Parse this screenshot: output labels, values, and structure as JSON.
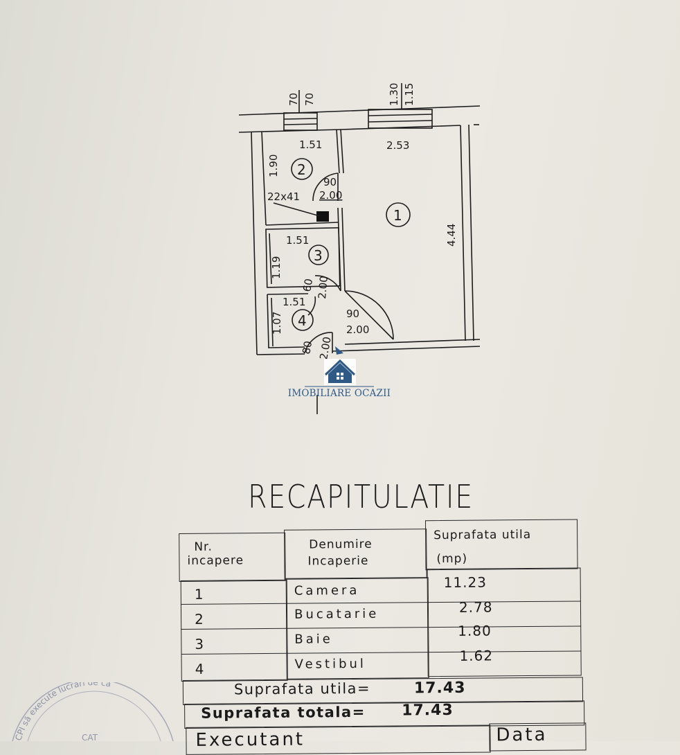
{
  "plan": {
    "window_left_dims": [
      "70",
      "70"
    ],
    "window_right_dims": [
      "1.30",
      "1.15"
    ],
    "rooms": [
      {
        "number": "1",
        "width": "2.53",
        "length": "4.44"
      },
      {
        "number": "2",
        "width": "1.51",
        "length": "1.90",
        "note": "22x41"
      },
      {
        "number": "3",
        "width": "1.51",
        "length": "1.19"
      },
      {
        "number": "4",
        "width": "1.51",
        "length": "1.07"
      }
    ],
    "doors": [
      {
        "width": "90",
        "height": "2.00"
      },
      {
        "width": "60",
        "height": "2.00"
      },
      {
        "width": "90",
        "height": "2.00"
      },
      {
        "width": "80",
        "height": "2.00"
      }
    ]
  },
  "watermark": {
    "brand": "IMOBILIARE OCAZII",
    "icon": "house-icon"
  },
  "summary": {
    "title": "RECAPITULATIE",
    "headers": {
      "nr_line1": "Nr.",
      "nr_line2": "incapere",
      "name_line1": "Denumire",
      "name_line2": "Incaperie",
      "area_line1": "Suprafata utila",
      "area_line2": "(mp)"
    },
    "rows": [
      {
        "nr": "1",
        "name": "Camera",
        "area": "11.23"
      },
      {
        "nr": "2",
        "name": "Bucatarie",
        "area": "2.78"
      },
      {
        "nr": "3",
        "name": "Baie",
        "area": "1.80"
      },
      {
        "nr": "4",
        "name": "Vestibul",
        "area": "1.62"
      }
    ],
    "useful_label": "Suprafata utila=",
    "useful_value": "17.43",
    "total_label": "Suprafata totala=",
    "total_value": "17.43",
    "executant_label": "Executant",
    "date_label": "Data"
  },
  "stamp": {
    "text_line": "CPI să execute lucrări de ca",
    "fragment": "CAT"
  }
}
